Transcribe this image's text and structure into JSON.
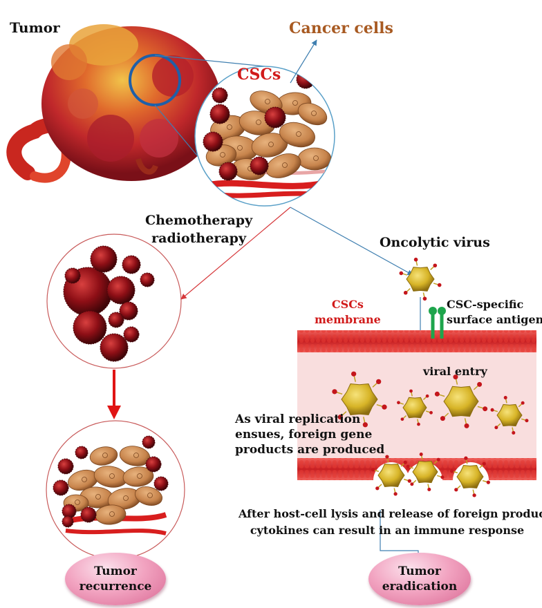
{
  "labels": {
    "tumor": "Tumor",
    "cancer_cells": "Cancer cells",
    "cscs": "CSCs",
    "chemo_line1": "Chemotherapy",
    "chemo_line2": "radiotherapy",
    "oncolytic_virus": "Oncolytic virus",
    "membrane_line1": "CSCs",
    "membrane_line2": "membrane",
    "antigen_line1": "CSC-specific",
    "antigen_line2": "surface antigens",
    "viral_entry": "viral entry",
    "replication_line1": "As viral replication",
    "replication_line2": "ensues, foreign gene",
    "replication_line3": "products are produced",
    "lysis_line1": "After host-cell lysis and release of foreign products,",
    "lysis_line2": "cytokines can result in an immune response"
  },
  "outcomes": {
    "recurrence_line1": "Tumor",
    "recurrence_line2": "recurrence",
    "eradication_line1": "Tumor",
    "eradication_line2": "eradication"
  },
  "colors": {
    "tumor_red": "#c0282b",
    "cancer_cell_brown": "#c7844c",
    "csc_dark_red": "#8e0f16",
    "vessel_red": "#d81e1e",
    "membrane_red": "#e0332f",
    "cytoplasm_pink": "#f9dede",
    "virus_gold": "#d7b427",
    "antigen_green": "#1ea54c",
    "outcome_pink": "#e98fb3",
    "arrow_blue": "#3f7fb0",
    "magnifier_ring_blue": "#1f5fa8"
  }
}
